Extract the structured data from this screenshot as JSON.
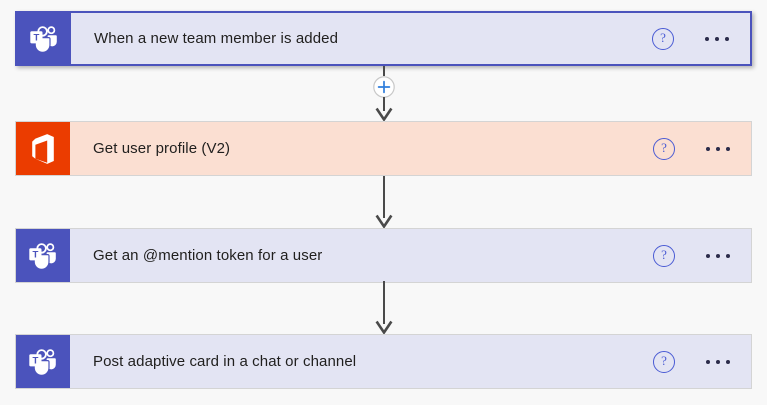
{
  "flow": {
    "help_glyph": "?",
    "steps": [
      {
        "title": "When a new team member is added",
        "icon": "microsoft-teams-icon",
        "connector_type": "insert-new-step",
        "selected": true
      },
      {
        "title": "Get user profile (V2)",
        "icon": "office-365-icon",
        "connector_type": "arrow",
        "selected": false
      },
      {
        "title": "Get an @mention token for a user",
        "icon": "microsoft-teams-icon",
        "connector_type": "arrow",
        "selected": false
      },
      {
        "title": "Post adaptive card in a chat or channel",
        "icon": "microsoft-teams-icon",
        "connector_type": "none",
        "selected": false
      }
    ]
  },
  "colors": {
    "teams_purple": "#4b53bc",
    "office_orange": "#eb3c00",
    "card_lavender": "#e3e4f3",
    "card_peach": "#fbdfd2",
    "accent_blue": "#4a5bd4",
    "arrow_gray": "#4a4a4a",
    "canvas": "#f8f8f8"
  }
}
